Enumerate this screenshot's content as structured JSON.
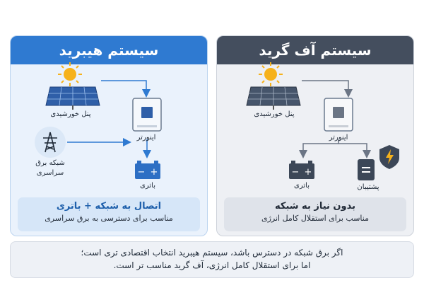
{
  "hybrid": {
    "title": "سیستم هیبرید",
    "solar_label": "پنل خورشیدی",
    "inverter_label": "اینورتر",
    "grid_label_1": "شبکه برق",
    "grid_label_2": "سراسری",
    "battery_label": "باتری",
    "summary_title": "اتصال به شبکه + باتری",
    "summary_text": "مناسب برای دسترسی به برق سراسری"
  },
  "offgrid": {
    "title": "سیستم آف گرید",
    "solar_label": "پنل خورشیدی",
    "inverter_label": "اینورتر",
    "battery_label": "باتری",
    "backup_label": "پشتیبان",
    "summary_title": "بدون نیاز به شبکه",
    "summary_text": "مناسب برای استقلال کامل انرژی"
  },
  "note": {
    "line1": "اگر برق شبکه در دسترس باشد، سیستم هیبرید انتخاب اقتصادی تری است؛",
    "line2": "اما برای استقلال کامل انرژی، آف گرید مناسب تر است."
  },
  "colors": {
    "hybrid_header": "#2f7ad1",
    "offgrid_header": "#444e5e",
    "solar_panel": "#2f5fa8",
    "sun": "#f6b21b",
    "battery": "#2d6fc4"
  },
  "icons": [
    "sun-icon",
    "solar-panel-icon",
    "inverter-icon",
    "transmission-tower-icon",
    "battery-icon",
    "shield-icon"
  ]
}
